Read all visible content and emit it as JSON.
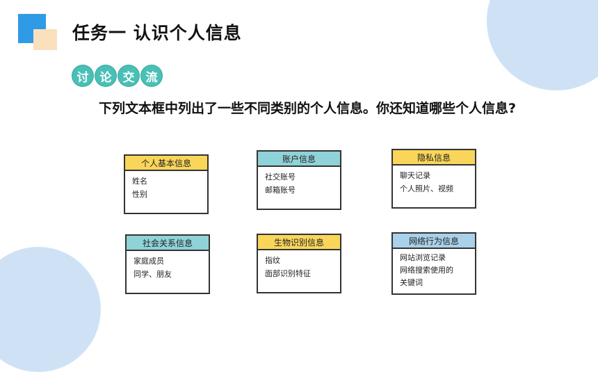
{
  "page": {
    "title": "任务一 认识个人信息",
    "discuss_chars": [
      "讨",
      "论",
      "交",
      "流"
    ],
    "question": "下列文本框中列出了一些不同类别的个人信息。你还知道哪些个人信息?"
  },
  "cards": [
    {
      "title": "个人基本信息",
      "items": [
        "姓名",
        "性别"
      ],
      "header_color": "#f9d65a"
    },
    {
      "title": "账户信息",
      "items": [
        "社交账号",
        "邮箱账号"
      ],
      "header_color": "#8fd3d8"
    },
    {
      "title": "隐私信息",
      "items": [
        "聊天记录",
        "个人照片、视频"
      ],
      "header_color": "#f9d65a"
    },
    {
      "title": "社会关系信息",
      "items": [
        "家庭成员",
        "同学、朋友"
      ],
      "header_color": "#8fd3d8"
    },
    {
      "title": "生物识别信息",
      "items": [
        "指纹",
        "面部识别特征"
      ],
      "header_color": "#f9d65a"
    },
    {
      "title": "网络行为信息",
      "items": [
        "网站浏览记录",
        "网络搜索使用的",
        "关键词"
      ],
      "header_color": "#a9d1e9"
    }
  ],
  "colors": {
    "accent_blue": "#2f9be6",
    "accent_cream": "#fbe0bd",
    "discuss_teal": "#48c0b6",
    "circle_blue": "#cfe2f5"
  }
}
